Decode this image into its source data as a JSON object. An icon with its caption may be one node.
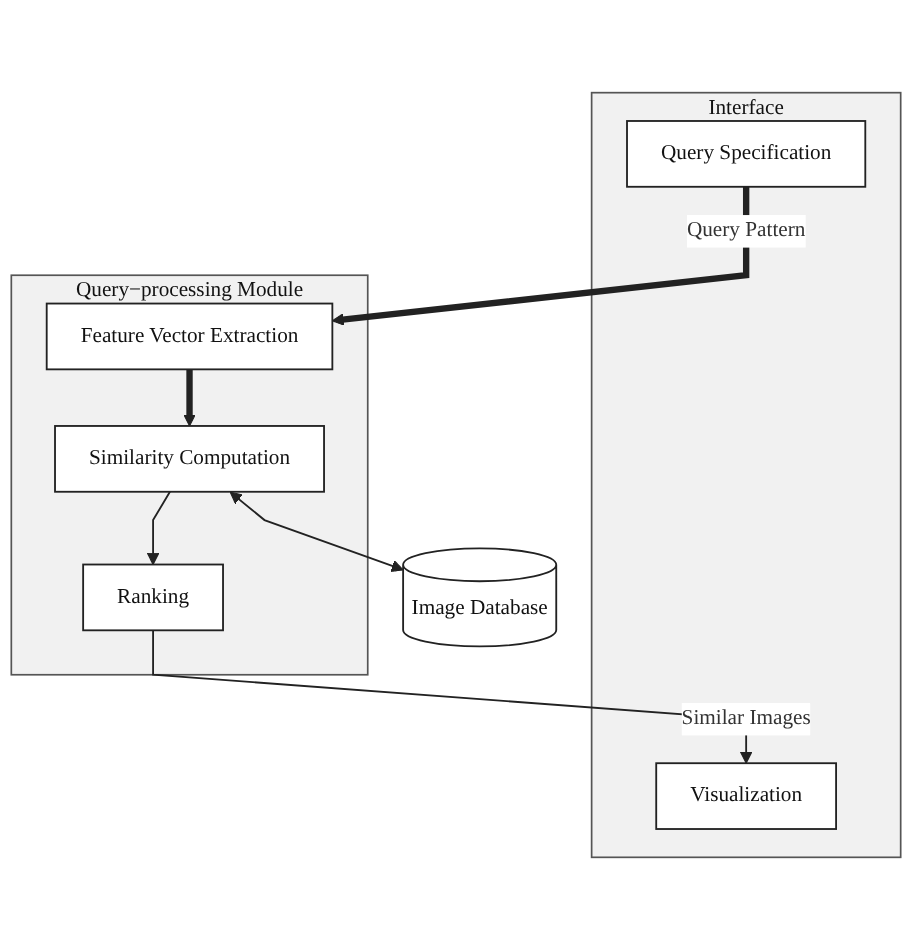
{
  "diagram": {
    "nodes": [
      {
        "text": [
          "Interface"
        ]
      },
      {
        "text": [
          "Query Specification"
        ],
        "in": 0
      },
      {
        "text": [
          "Visualization"
        ],
        "in": 0
      },
      {
        "text": [
          "Query−processing Module"
        ]
      },
      {
        "text": [
          "Feature Vector Extraction"
        ],
        "in": 3
      },
      {
        "text": [
          "Ranking"
        ],
        "in": 3
      },
      {
        "text": [
          "Similarity Computation"
        ],
        "in": 3
      },
      {
        "text": [
          "Image Database"
        ]
      }
    ],
    "edges": [
      {
        "from": 1,
        "to": 4,
        "label": "Query Pattern",
        "arrow": "to",
        "style": "thick"
      },
      {
        "from": 4,
        "to": 6,
        "arrow": "to",
        "style": "thick"
      },
      {
        "from": 6,
        "to": 5,
        "arrow": "to"
      },
      {
        "from": 5,
        "to": 2,
        "label": "Similar Images",
        "arrow": "to"
      },
      {
        "from": 6,
        "to": 7,
        "arrow": "both"
      }
    ]
  }
}
